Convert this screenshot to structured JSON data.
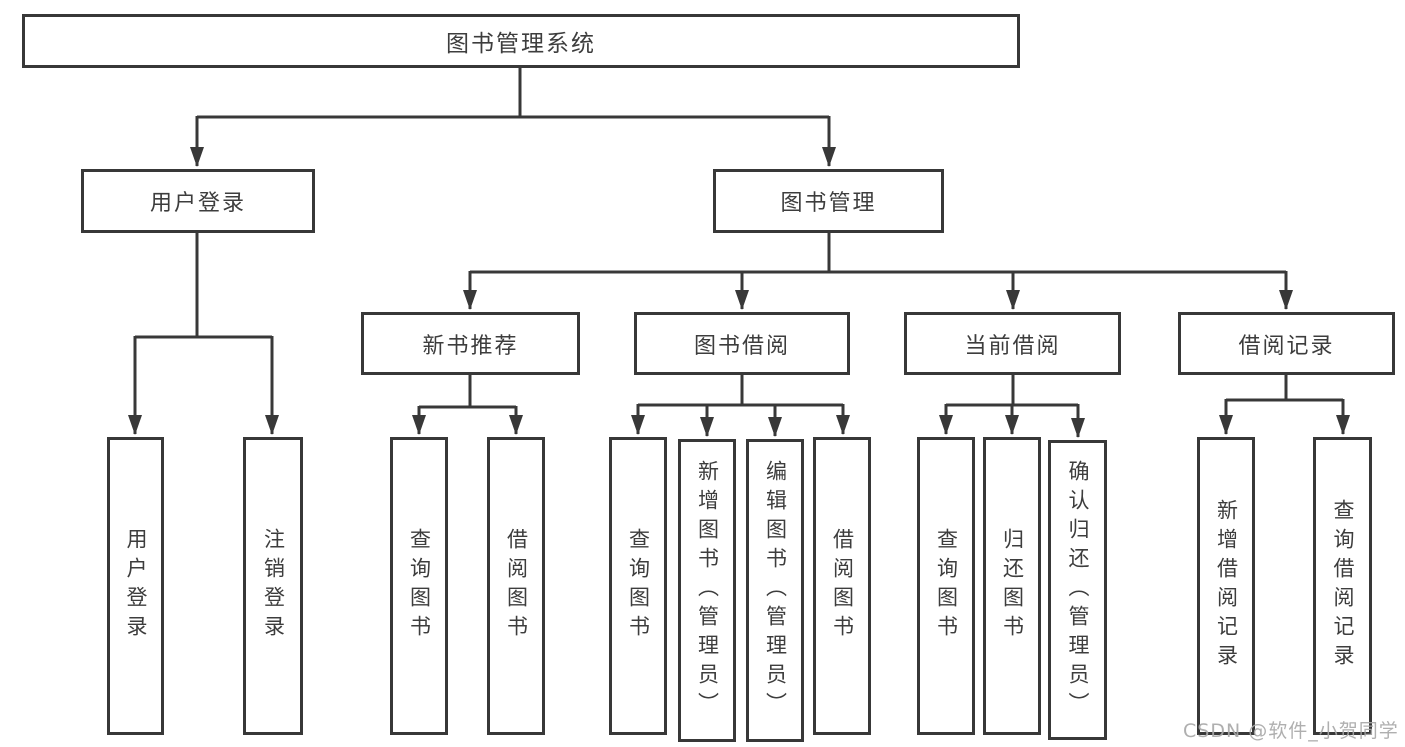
{
  "diagram": {
    "type": "functional-structure-tree",
    "title": "图书管理系统",
    "nodes": {
      "root": "图书管理系统",
      "user_login": "用户登录",
      "book_mgmt": "图书管理",
      "new_book": "新书推荐",
      "book_borrow": "图书借阅",
      "current_borrow": "当前借阅",
      "borrow_record": "借阅记录",
      "ul_leaf1": "用户登录",
      "ul_leaf2": "注销登录",
      "nb_leaf1": "查询图书",
      "nb_leaf2": "借阅图书",
      "bb_leaf1": "查询图书",
      "bb_leaf2": "新增图书（管理员）",
      "bb_leaf3": "编辑图书（管理员）",
      "bb_leaf4": "借阅图书",
      "cb_leaf1": "查询图书",
      "cb_leaf2": "归还图书",
      "cb_leaf3": "确认归还（管理员）",
      "br_leaf1": "新增借阅记录",
      "br_leaf2": "查询借阅记录"
    },
    "hierarchy": {
      "图书管理系统": {
        "用户登录": [
          "用户登录",
          "注销登录"
        ],
        "图书管理": {
          "新书推荐": [
            "查询图书",
            "借阅图书"
          ],
          "图书借阅": [
            "查询图书",
            "新增图书（管理员）",
            "编辑图书（管理员）",
            "借阅图书"
          ],
          "当前借阅": [
            "查询图书",
            "归还图书",
            "确认归还（管理员）"
          ],
          "借阅记录": [
            "新增借阅记录",
            "查询借阅记录"
          ]
        }
      }
    },
    "watermark": "CSDN @软件_小贺同学",
    "colors": {
      "line": "#383838",
      "text": "#3d3d3d",
      "background": "#ffffff",
      "watermark": "#a8a8a8"
    }
  }
}
